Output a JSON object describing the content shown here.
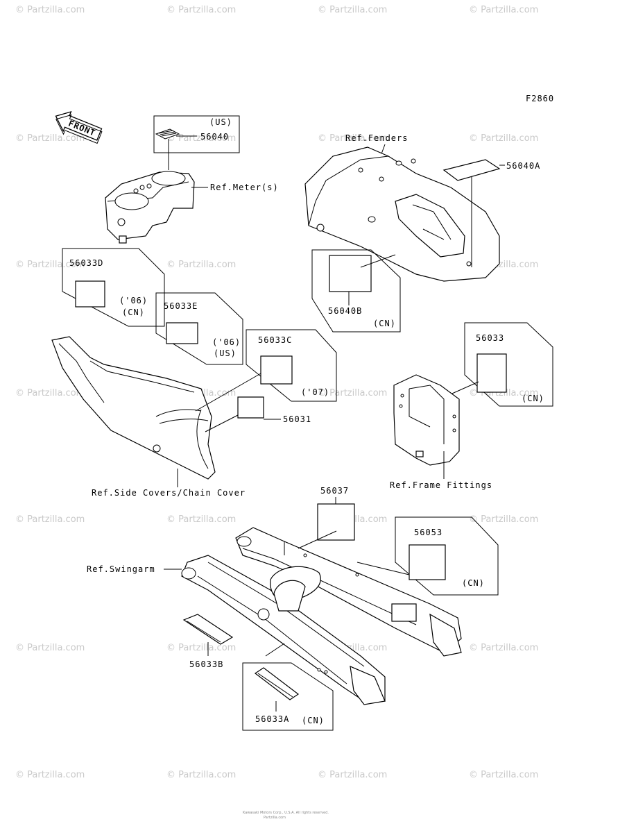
{
  "watermark": "© Partzilla.com",
  "figure_code": "F2860",
  "front_label": "FRONT",
  "labels": {
    "p56040": "56040",
    "r56040_region": "(US)",
    "ref_meter": "Ref.Meter(s)",
    "p56033D": "56033D",
    "r56033D_year": "('06)",
    "r56033D_region": "(CN)",
    "p56033E": "56033E",
    "r56033E_year": "('06)",
    "r56033E_region": "(US)",
    "p56033C": "56033C",
    "r56033C_year": "('07)",
    "p56031": "56031",
    "ref_side_covers": "Ref.Side Covers/Chain Cover",
    "ref_fenders": "Ref.Fenders",
    "p56040A": "56040A",
    "p56040B": "56040B",
    "r56040B_region": "(CN)",
    "p56033": "56033",
    "r56033_region": "(CN)",
    "ref_frame_fittings": "Ref.Frame Fittings",
    "ref_swingarm": "Ref.Swingarm",
    "p56037": "56037",
    "p56053": "56053",
    "r56053_region": "(CN)",
    "p56033B": "56033B",
    "p56033A": "56033A",
    "r56033A_region": "(CN)"
  },
  "footer": {
    "line1": "Kawasaki Motors Corp., U.S.A. All rights reserved.",
    "line2": "Partzilla.com"
  }
}
